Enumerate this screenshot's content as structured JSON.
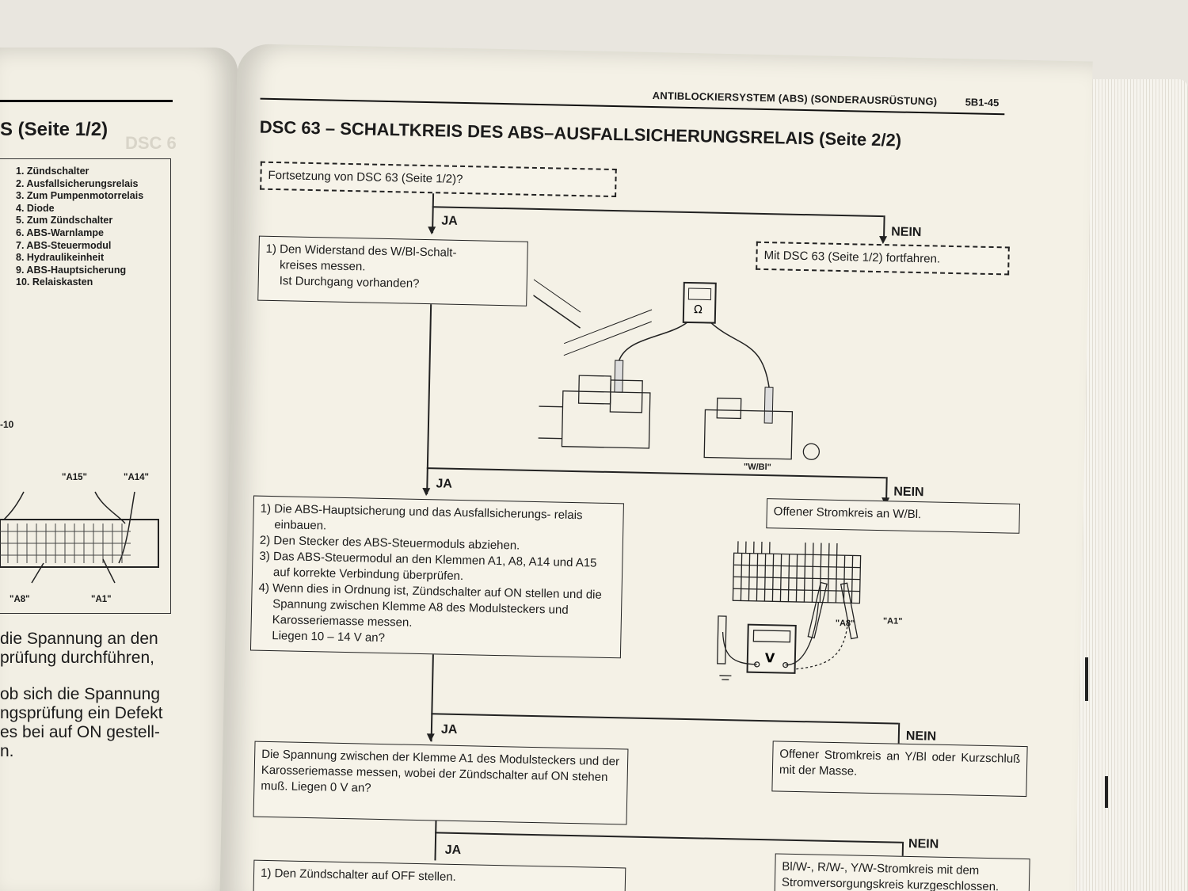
{
  "left_page": {
    "heading": "S (Seite 1/2)",
    "heading_ghost": "DSC 6",
    "legend": [
      "1.  Zündschalter",
      "2.  Ausfallsicherungsrelais",
      "3.  Zum Pumpenmotorrelais",
      "4.  Diode",
      "5.  Zum Zündschalter",
      "6.  ABS-Warnlampe",
      "7.  ABS-Steuermodul",
      "8.  Hydraulikeinheit",
      "9.  ABS-Hauptsicherung",
      "10. Relaiskasten"
    ],
    "figure_label": "-10",
    "connector_labels": {
      "a15": "\"A15\"",
      "a14": "\"A14\"",
      "a8": "\"A8\"",
      "a1": "\"A1\""
    },
    "paragraph_1": [
      "die Spannung an den",
      "prüfung durchführen,"
    ],
    "paragraph_2": [
      "ob sich die Spannung",
      "ngsprüfung ein Defekt",
      "es bei auf ON gestell-",
      "n."
    ]
  },
  "header": {
    "section": "ANTIBLOCKIERSYSTEM (ABS) (SONDERAUSRÜSTUNG)",
    "page_number": "5B1-45"
  },
  "title": "DSC 63 – SCHALTKREIS DES ABS–AUSFALLSICHERUNGSRELAIS (Seite 2/2)",
  "flow": {
    "start": "Fortsetzung von DSC 63 (Seite 1/2)?",
    "ja": "JA",
    "nein": "NEIN",
    "step1": [
      "1) Den Widerstand des W/Bl-Schalt-",
      "kreises messen.",
      "Ist Durchgang vorhanden?"
    ],
    "step1_no": "Mit DSC 63 (Seite 1/2) fortfahren.",
    "step2": [
      "1) Die ABS-Hauptsicherung und das Ausfallsicherungs- relais einbauen.",
      "2) Den Stecker des ABS-Steuermoduls abziehen.",
      "3) Das ABS-Steuermodul an den Klemmen A1, A8, A14 und A15 auf korrekte Verbindung überprüfen.",
      "4) Wenn dies in Ordnung ist, Zündschalter auf ON stellen und die Spannung zwischen Klemme A8 des Modulsteckers und Karosseriemasse messen.",
      "Liegen 10 – 14 V an?"
    ],
    "step2_no": "Offener Stromkreis an W/Bl.",
    "step3": "Die Spannung zwischen der Klemme A1 des Modulsteckers und der Karosseriemasse messen, wobei der Zündschalter auf ON stehen muß. Liegen 0 V an?",
    "step3_no": "Offener Stromkreis an Y/Bl oder Kurzschluß mit der Masse.",
    "step4_no": "Bl/W-, R/W-, Y/W-Stromkreis mit dem Stromversorgungskreis kurzgeschlossen.",
    "step5_partial": "1) Den Zündschalter auf OFF stellen."
  },
  "illustrations": {
    "wbl_label": "\"W/Bl\"",
    "meter_ohm": "Ω",
    "meter_v": "V",
    "a8_label": "\"A8\"",
    "a1_label": "\"A1\""
  }
}
